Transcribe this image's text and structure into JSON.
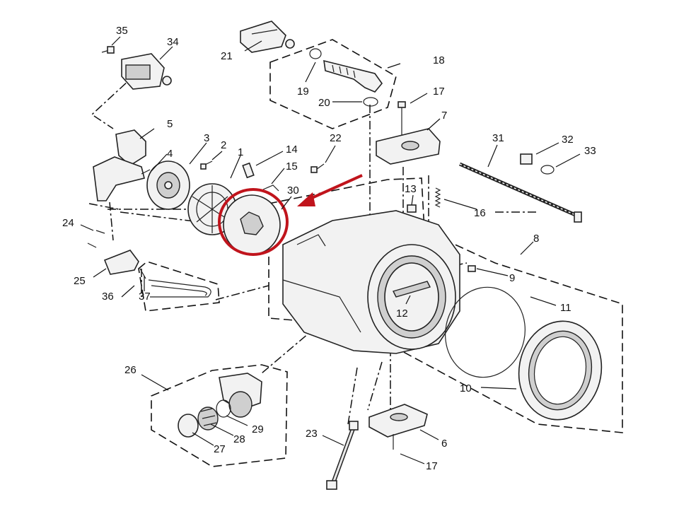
{
  "diagram": {
    "callouts": [
      "1",
      "2",
      "3",
      "4",
      "5",
      "6",
      "7",
      "8",
      "9",
      "10",
      "11",
      "12",
      "13",
      "14",
      "15",
      "16",
      "17",
      "18",
      "19",
      "20",
      "21",
      "22",
      "23",
      "24",
      "25",
      "26",
      "27",
      "28",
      "29",
      "30",
      "31",
      "32",
      "33",
      "34",
      "35",
      "36",
      "37"
    ],
    "labels": {
      "l35": "35",
      "l34": "34",
      "l21": "21",
      "l18": "18",
      "l19": "19",
      "l20": "20",
      "l17a": "17",
      "l7": "7",
      "l5": "5",
      "l3": "3",
      "l2": "2",
      "l1": "1",
      "l4": "4",
      "l14": "14",
      "l15": "15",
      "l22": "22",
      "l30": "30",
      "l31": "31",
      "l32": "32",
      "l33": "33",
      "l13": "13",
      "l16": "16",
      "l8": "8",
      "l9": "9",
      "l24": "24",
      "l25": "25",
      "l36": "36",
      "l37": "37",
      "l11": "11",
      "l12": "12",
      "l26": "26",
      "l10": "10",
      "l29": "29",
      "l28": "28",
      "l27": "27",
      "l23": "23",
      "l6": "6",
      "l17b": "17"
    },
    "highlight": {
      "target_part": "30",
      "color": "#c0141c"
    }
  }
}
